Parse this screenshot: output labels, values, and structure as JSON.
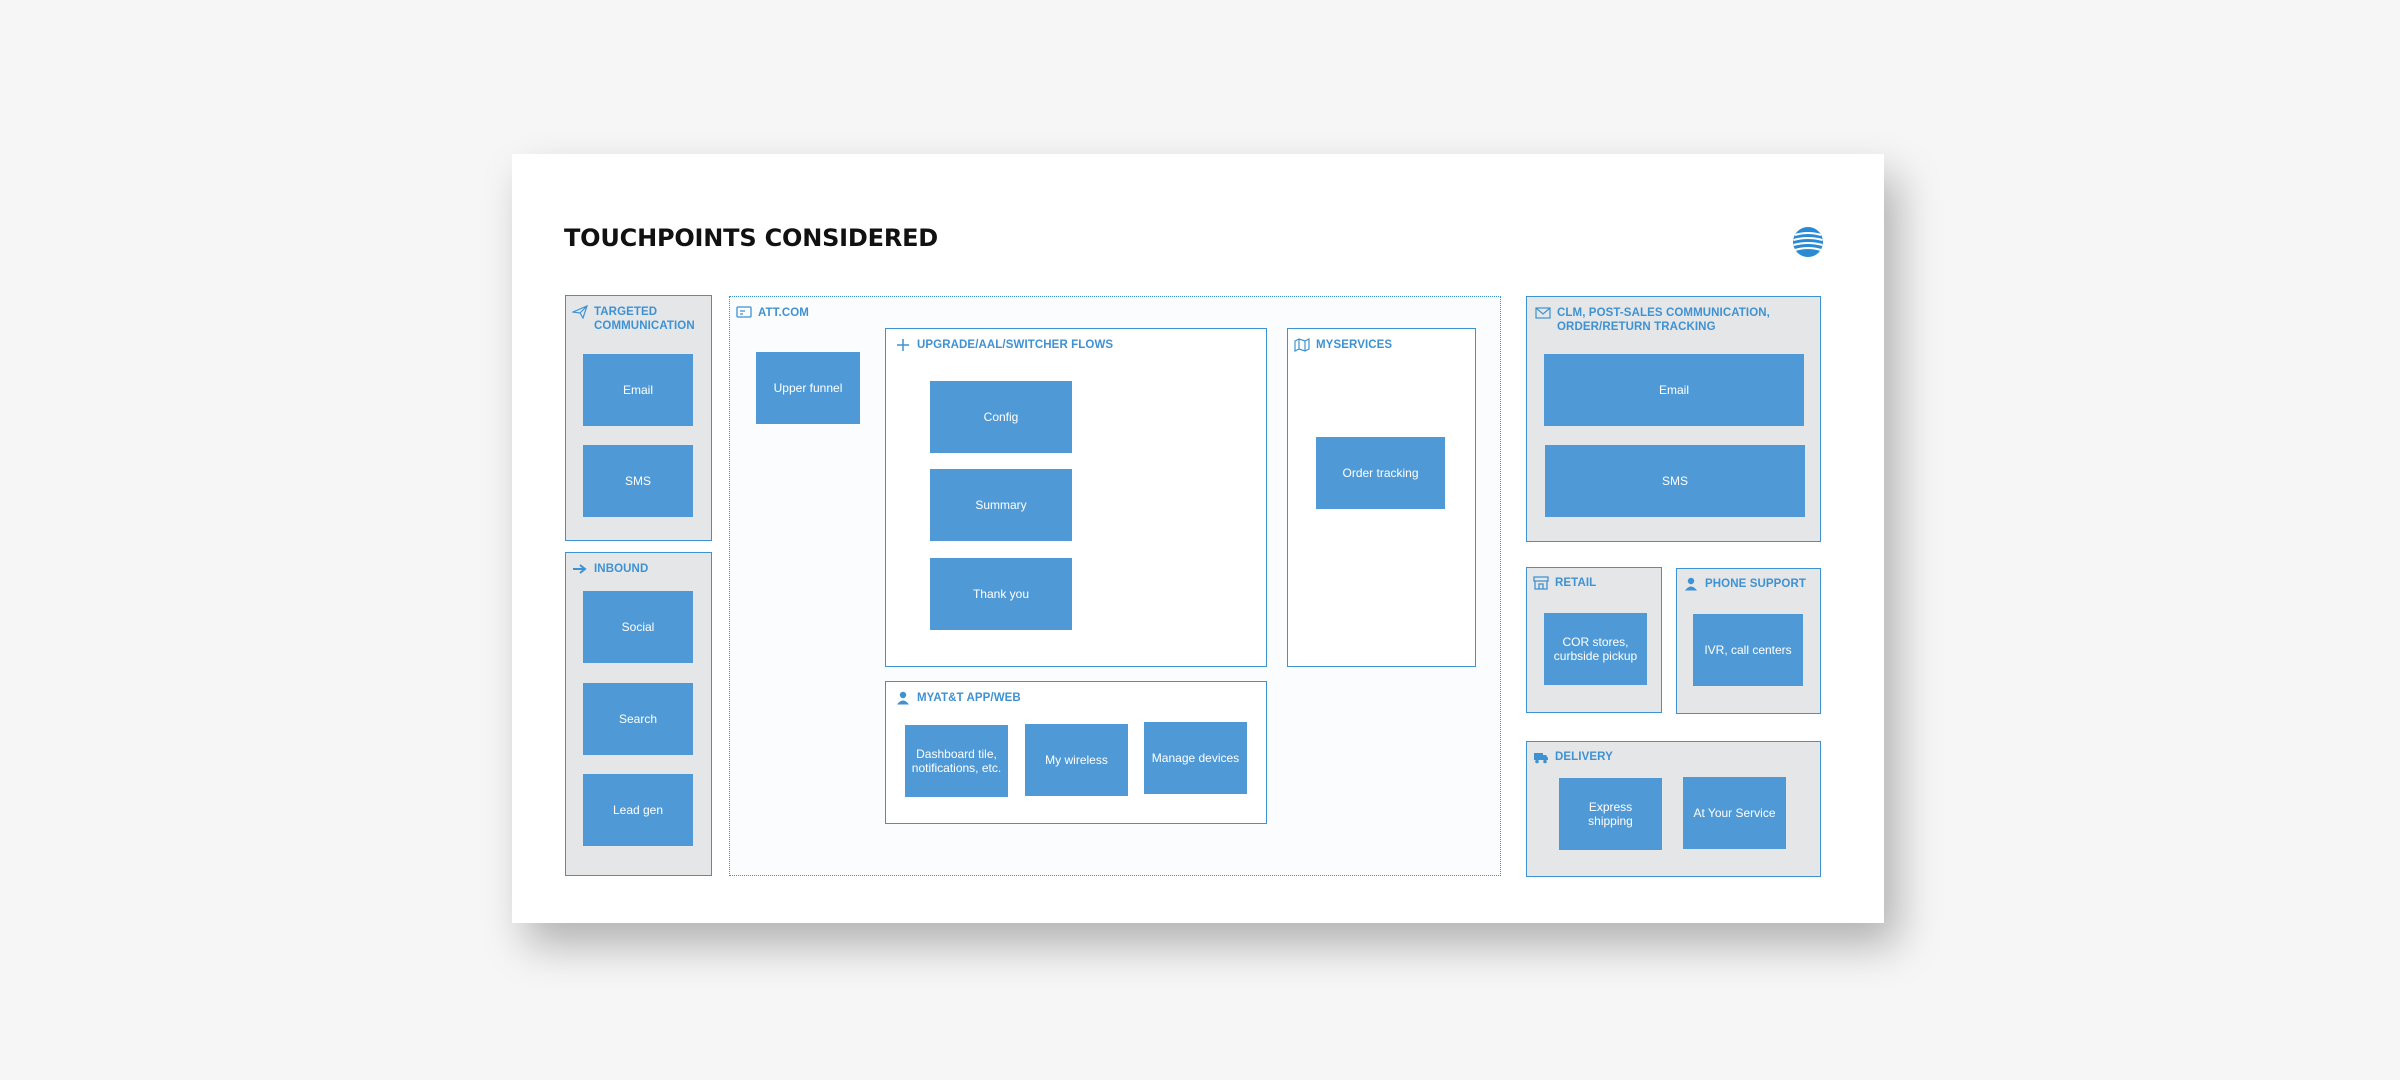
{
  "title": "TOUCHPOINTS CONSIDERED",
  "colors": {
    "accent": "#3f92d2",
    "box": "#4f9ad6",
    "panel_gray": "#e5e6e8"
  },
  "targeted": {
    "label": "TARGETED COMMUNICATION",
    "icon": "paper-plane-icon",
    "items": [
      "Email",
      "SMS"
    ]
  },
  "inbound": {
    "label": "INBOUND",
    "icon": "arrow-right-icon",
    "items": [
      "Social",
      "Search",
      "Lead gen"
    ]
  },
  "attcom": {
    "label": "ATT.COM",
    "icon": "monitor-icon",
    "upper_funnel": "Upper funnel"
  },
  "upgrade": {
    "label": "UPGRADE/AAL/SWITCHER FLOWS",
    "icon": "plus-icon",
    "items": [
      "Config",
      "Summary",
      "Thank you"
    ]
  },
  "myservices": {
    "label": "MYSERVICES",
    "icon": "map-icon",
    "items": [
      "Order tracking"
    ]
  },
  "myatt": {
    "label": "MYAT&T APP/WEB",
    "icon": "user-icon",
    "items": [
      "Dashboard tile, notifications, etc.",
      "My wireless",
      "Manage devices"
    ]
  },
  "clm": {
    "label": "CLM, POST-SALES COMMUNICATION, ORDER/RETURN TRACKING",
    "icon": "envelope-icon",
    "items": [
      "Email",
      "SMS"
    ]
  },
  "retail": {
    "label": "RETAIL",
    "icon": "store-icon",
    "items": [
      "COR stores, curbside pickup"
    ]
  },
  "phone": {
    "label": "PHONE SUPPORT",
    "icon": "person-icon",
    "items": [
      "IVR, call centers"
    ]
  },
  "delivery": {
    "label": "DELIVERY",
    "icon": "truck-icon",
    "items": [
      "Express shipping",
      "At Your Service"
    ]
  }
}
